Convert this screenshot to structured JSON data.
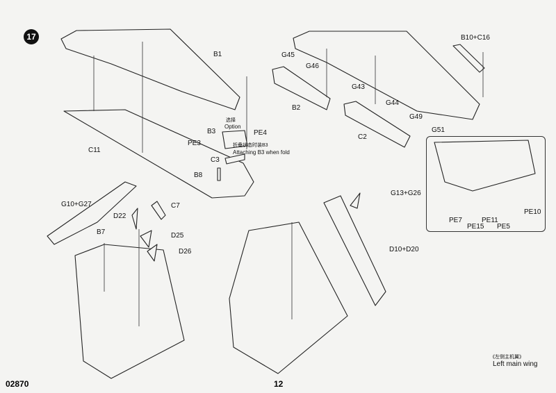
{
  "step_number": "17",
  "kit_number": "02870",
  "page_number": "12",
  "caption": {
    "cn": "《左侧主机翼》",
    "en": "Left main wing"
  },
  "option": {
    "cn": "选择",
    "en": "Option"
  },
  "fold_note": {
    "cn": "折叠状态时装B3",
    "en": "Attaching B3 when fold"
  },
  "parts": {
    "B1": "B1",
    "C11": "C11",
    "B3": "B3",
    "PE4": "PE4",
    "PE3": "PE3",
    "C3": "C3",
    "B8": "B8",
    "B10_C16": "B10+C16",
    "G45": "G45",
    "G46": "G46",
    "G43": "G43",
    "G44": "G44",
    "G49": "G49",
    "G51": "G51",
    "B2": "B2",
    "C2": "C2",
    "PE7": "PE7",
    "PE15": "PE15",
    "PE11": "PE11",
    "PE5": "PE5",
    "PE10": "PE10",
    "G10_G27": "G10+G27",
    "C7": "C7",
    "D22": "D22",
    "B7": "B7",
    "D25": "D25",
    "D26": "D26",
    "G13_G26": "G13+G26",
    "D10_D20": "D10+D20"
  }
}
